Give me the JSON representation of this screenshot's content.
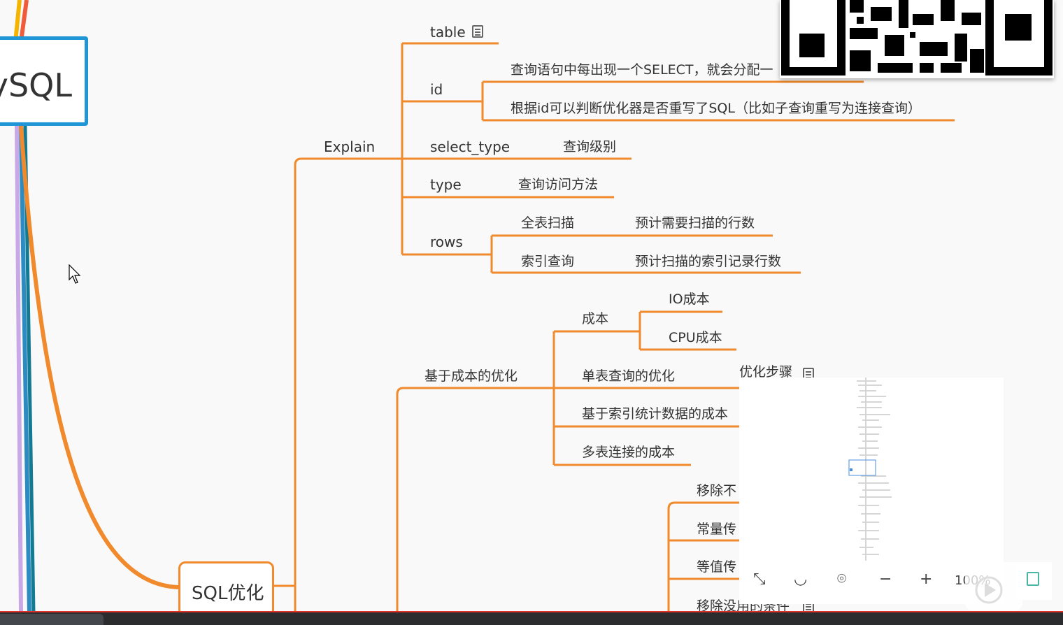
{
  "root": {
    "label": "ySQL"
  },
  "sql_node": {
    "label": "SQL优化"
  },
  "explain": {
    "label": "Explain",
    "table": "table",
    "id": {
      "label": "id",
      "desc1": "查询语句中每出现一个SELECT，就会分配一",
      "desc2": "根据id可以判断优化器是否重写了SQL（比如子查询重写为连接查询）"
    },
    "select_type": {
      "label": "select_type",
      "desc": "查询级别"
    },
    "type": {
      "label": "type",
      "desc": "查询访问方法"
    },
    "rows": {
      "label": "rows",
      "full_scan": "全表扫描",
      "full_scan_desc": "预计需要扫描的行数",
      "index_query": "索引查询",
      "index_query_desc": "预计扫描的索引记录行数"
    }
  },
  "cost_opt": {
    "label": "基于成本的优化",
    "cost": {
      "label": "成本",
      "io": "IO成本",
      "cpu": "CPU成本"
    },
    "single_table": "单表查询的优化",
    "single_table_steps": "优化步骤",
    "index_stats": "基于索引统计数据的成本",
    "multi_join": "多表连接的成本"
  },
  "rewrite": {
    "remove_unneeded": "移除不",
    "const_prop": "常量传",
    "eq_prop": "等值传",
    "remove_useless": "移除没用的条件"
  },
  "minimap_toolbar": {
    "zoom": "100%"
  },
  "colors": {
    "branch": "#f08a2c",
    "root_border": "#2196d6"
  }
}
